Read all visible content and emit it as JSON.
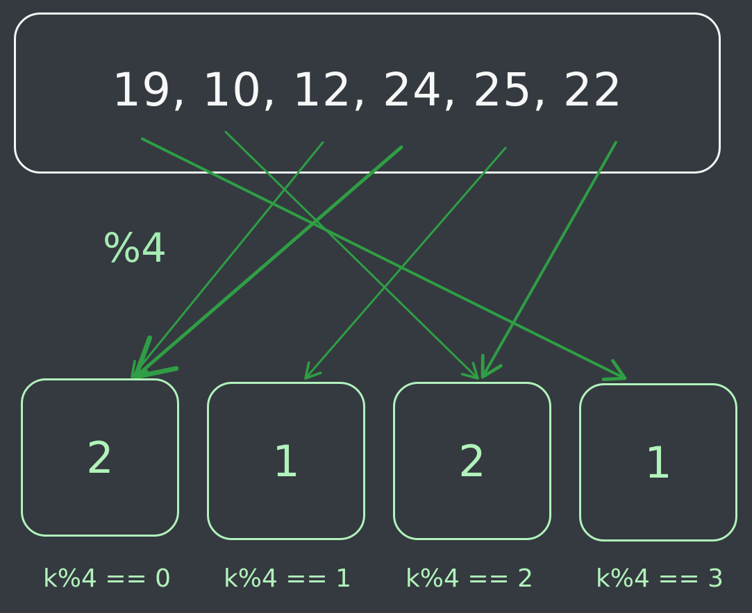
{
  "input": {
    "values_text": "19, 10, 12, 24, 25, 22"
  },
  "operation_label": "%4",
  "buckets": [
    {
      "count": "2",
      "condition": "k%4 == 0"
    },
    {
      "count": "1",
      "condition": "k%4 == 1"
    },
    {
      "count": "2",
      "condition": "k%4 == 2"
    },
    {
      "count": "1",
      "condition": "k%4 == 3"
    }
  ],
  "colors": {
    "background": "#343a40",
    "input_border": "#f5f5f5",
    "bucket_border": "#b2f2bb",
    "arrow": "#2f9e44",
    "label": "#a6ecb3"
  }
}
